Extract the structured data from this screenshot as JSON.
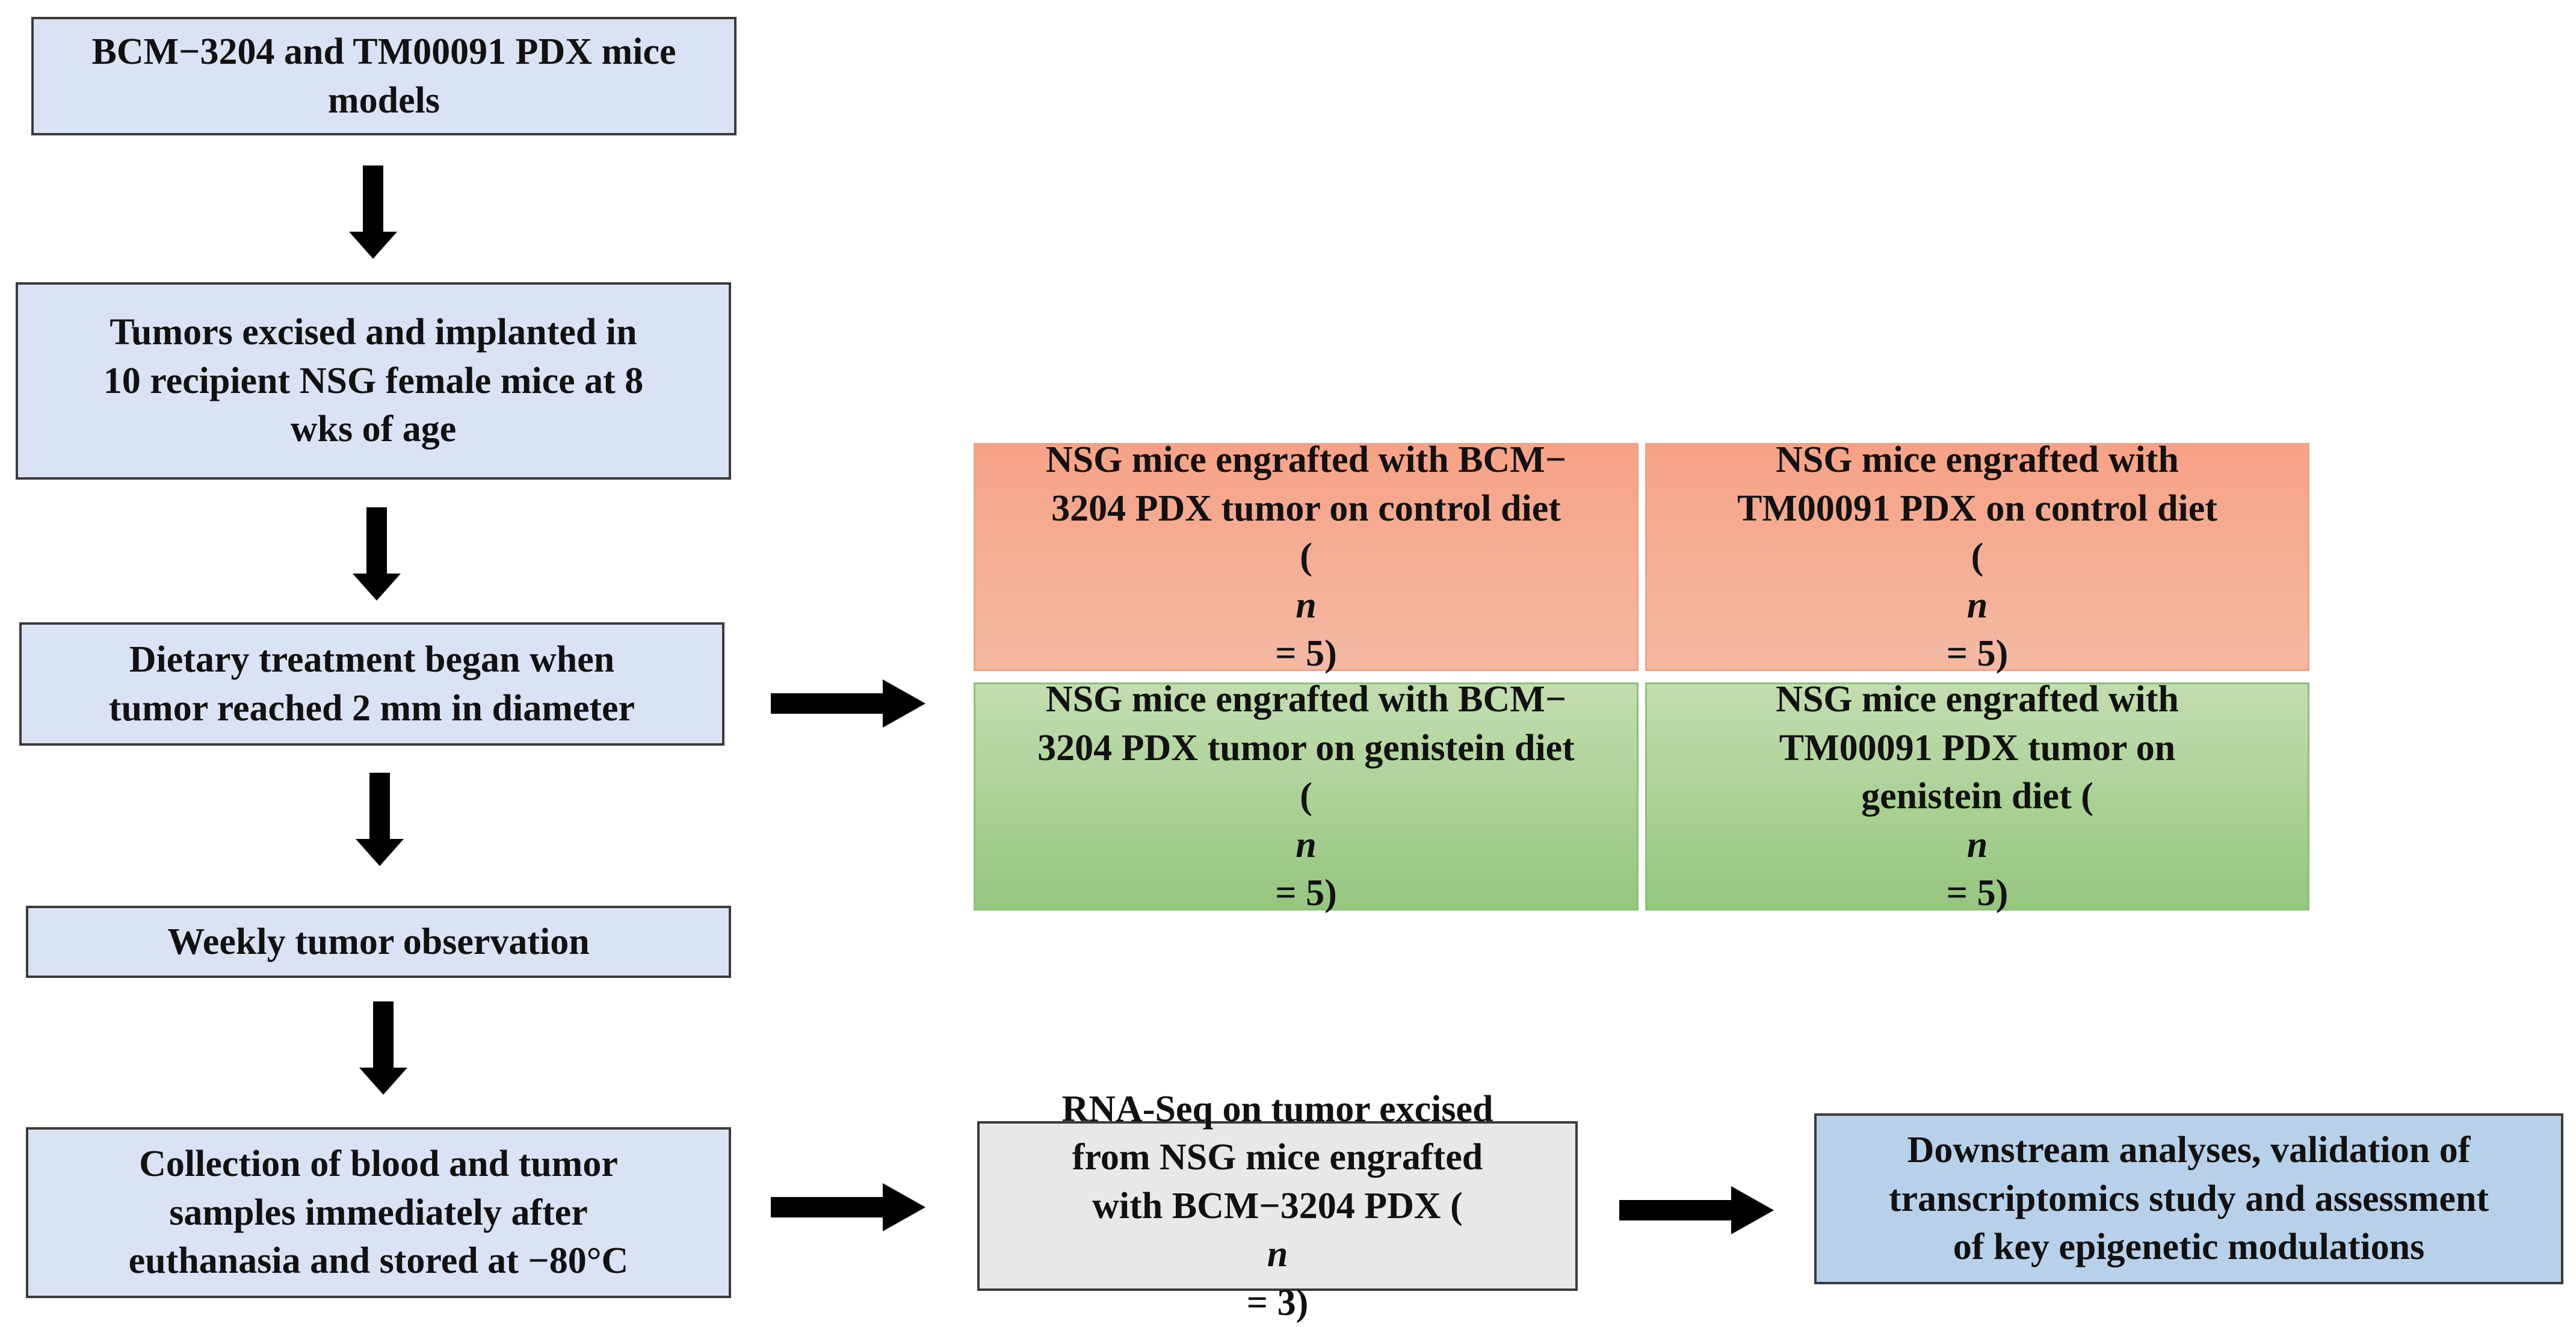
{
  "steps": {
    "models": [
      "BCM−3204 and TM00091 PDX mice",
      "models"
    ],
    "implant": [
      "Tumors excised and implanted in",
      "10 recipient NSG female mice at 8",
      "wks of age"
    ],
    "diet": [
      "Dietary treatment began when",
      "tumor reached 2 mm in diameter"
    ],
    "observation": [
      "Weekly tumor observation"
    ],
    "collection": [
      "Collection of blood and tumor",
      "samples immediately after",
      "euthanasia and stored at −80°C"
    ]
  },
  "groups": {
    "bcm_control": [
      "NSG mice engrafted with BCM−",
      "3204 PDX tumor on control diet"
    ],
    "bcm_control_n": {
      "open": "(",
      "n": "n",
      "rest": " = 5)"
    },
    "tm_control": [
      "NSG mice engrafted with",
      "TM00091 PDX on control diet"
    ],
    "tm_control_n": {
      "open": "(",
      "n": "n",
      "rest": " = 5)"
    },
    "bcm_genistein": [
      "NSG mice engrafted with BCM−",
      "3204 PDX tumor on genistein diet"
    ],
    "bcm_genistein_n": {
      "open": "(",
      "n": "n",
      "rest": " = 5)"
    },
    "tm_genistein": [
      "NSG mice engrafted with",
      "TM00091 PDX tumor on"
    ],
    "tm_genistein_last": {
      "pre": "genistein diet (",
      "n": "n",
      "rest": " = 5)"
    }
  },
  "rnaseq": {
    "lines": [
      "RNA-Seq on tumor excised",
      "from NSG mice engrafted"
    ],
    "last": {
      "pre": "with BCM−3204 PDX (",
      "n": "n",
      "rest": " = 3)"
    }
  },
  "downstream": [
    "Downstream analyses, validation of",
    "transcriptomics study and assessment",
    "of key epigenetic modulations"
  ],
  "colors": {
    "step_fill": "#dae3f3",
    "control_fill": "#f4b09a",
    "genistein_fill": "#a9d18e",
    "rnaseq_fill": "#e8e8e8",
    "downstream_fill": "#b7d1ea",
    "arrow": "#000000"
  }
}
